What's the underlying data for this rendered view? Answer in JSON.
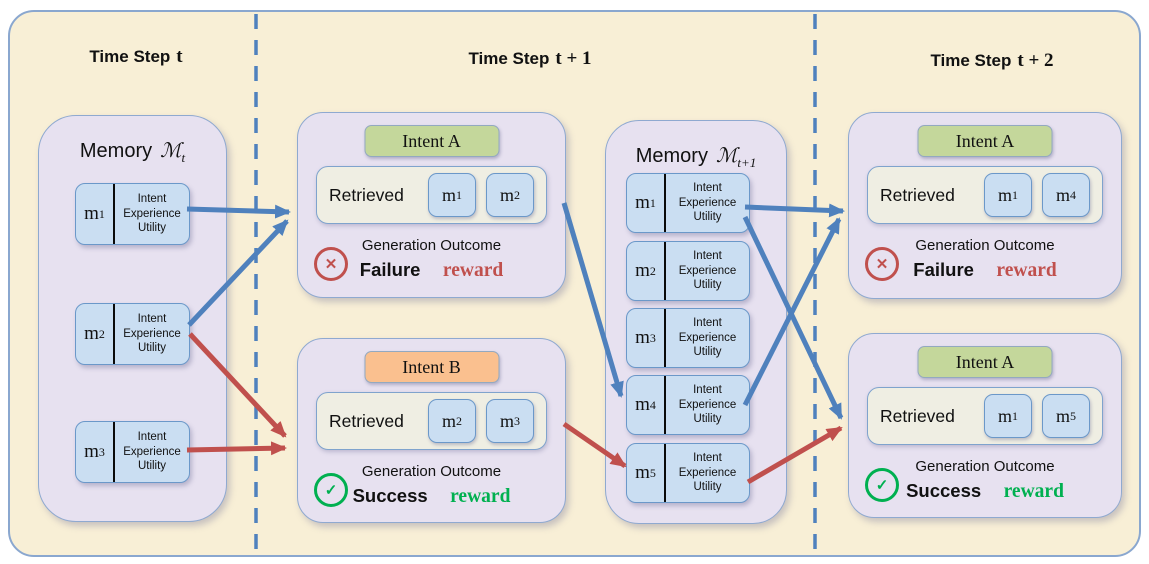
{
  "colors": {
    "figure_background": "#f8efd6",
    "panel_background": "#e7e1f0",
    "memory_cell": "#cadef2",
    "retrieved_background": "#efeee3",
    "intent_a": "#c4d79b",
    "intent_b": "#fac08f",
    "arrow_blue": "#4f81bd",
    "arrow_red": "#c0504d",
    "success_green": "#00b050",
    "failure_red": "#c0504d"
  },
  "headers": [
    {
      "prefix": "Time Step",
      "math": "t"
    },
    {
      "prefix": "Time Step",
      "math": "t + 1"
    },
    {
      "prefix": "Time Step",
      "math": "t + 2"
    }
  ],
  "memories": [
    {
      "title_prefix": "Memory",
      "title_symbol": "ℳ",
      "title_sub": "t",
      "cells": [
        {
          "base": "m",
          "sub": "1",
          "lines": [
            "Intent",
            "Experience",
            "Utility"
          ]
        },
        {
          "base": "m",
          "sub": "2",
          "lines": [
            "Intent",
            "Experience",
            "Utility"
          ]
        },
        {
          "base": "m",
          "sub": "3",
          "lines": [
            "Intent",
            "Experience",
            "Utility"
          ]
        }
      ]
    },
    {
      "title_prefix": "Memory",
      "title_symbol": "ℳ",
      "title_sub": "t+1",
      "cells": [
        {
          "base": "m",
          "sub": "1",
          "lines": [
            "Intent",
            "Experience",
            "Utility"
          ]
        },
        {
          "base": "m",
          "sub": "2",
          "lines": [
            "Intent",
            "Experience",
            "Utility"
          ]
        },
        {
          "base": "m",
          "sub": "3",
          "lines": [
            "Intent",
            "Experience",
            "Utility"
          ]
        },
        {
          "base": "m",
          "sub": "4",
          "lines": [
            "Intent",
            "Experience",
            "Utility"
          ]
        },
        {
          "base": "m",
          "sub": "5",
          "lines": [
            "Intent",
            "Experience",
            "Utility"
          ]
        }
      ]
    }
  ],
  "episodes": [
    {
      "intent": "Intent A",
      "retrieved_label": "Retrieved",
      "retrieved": [
        {
          "base": "m",
          "sub": "1"
        },
        {
          "base": "m",
          "sub": "2"
        }
      ],
      "outcome_label": "Generation Outcome",
      "outcome": "Failure",
      "reward": "reward",
      "status": "failure"
    },
    {
      "intent": "Intent B",
      "retrieved_label": "Retrieved",
      "retrieved": [
        {
          "base": "m",
          "sub": "2"
        },
        {
          "base": "m",
          "sub": "3"
        }
      ],
      "outcome_label": "Generation Outcome",
      "outcome": "Success",
      "reward": "reward",
      "status": "success"
    },
    {
      "intent": "Intent A",
      "retrieved_label": "Retrieved",
      "retrieved": [
        {
          "base": "m",
          "sub": "1"
        },
        {
          "base": "m",
          "sub": "4"
        }
      ],
      "outcome_label": "Generation Outcome",
      "outcome": "Failure",
      "reward": "reward",
      "status": "failure"
    },
    {
      "intent": "Intent A",
      "retrieved_label": "Retrieved",
      "retrieved": [
        {
          "base": "m",
          "sub": "1"
        },
        {
          "base": "m",
          "sub": "5"
        }
      ],
      "outcome_label": "Generation Outcome",
      "outcome": "Success",
      "reward": "reward",
      "status": "success"
    }
  ],
  "icons": {
    "failure": "✕",
    "success": "✓"
  }
}
